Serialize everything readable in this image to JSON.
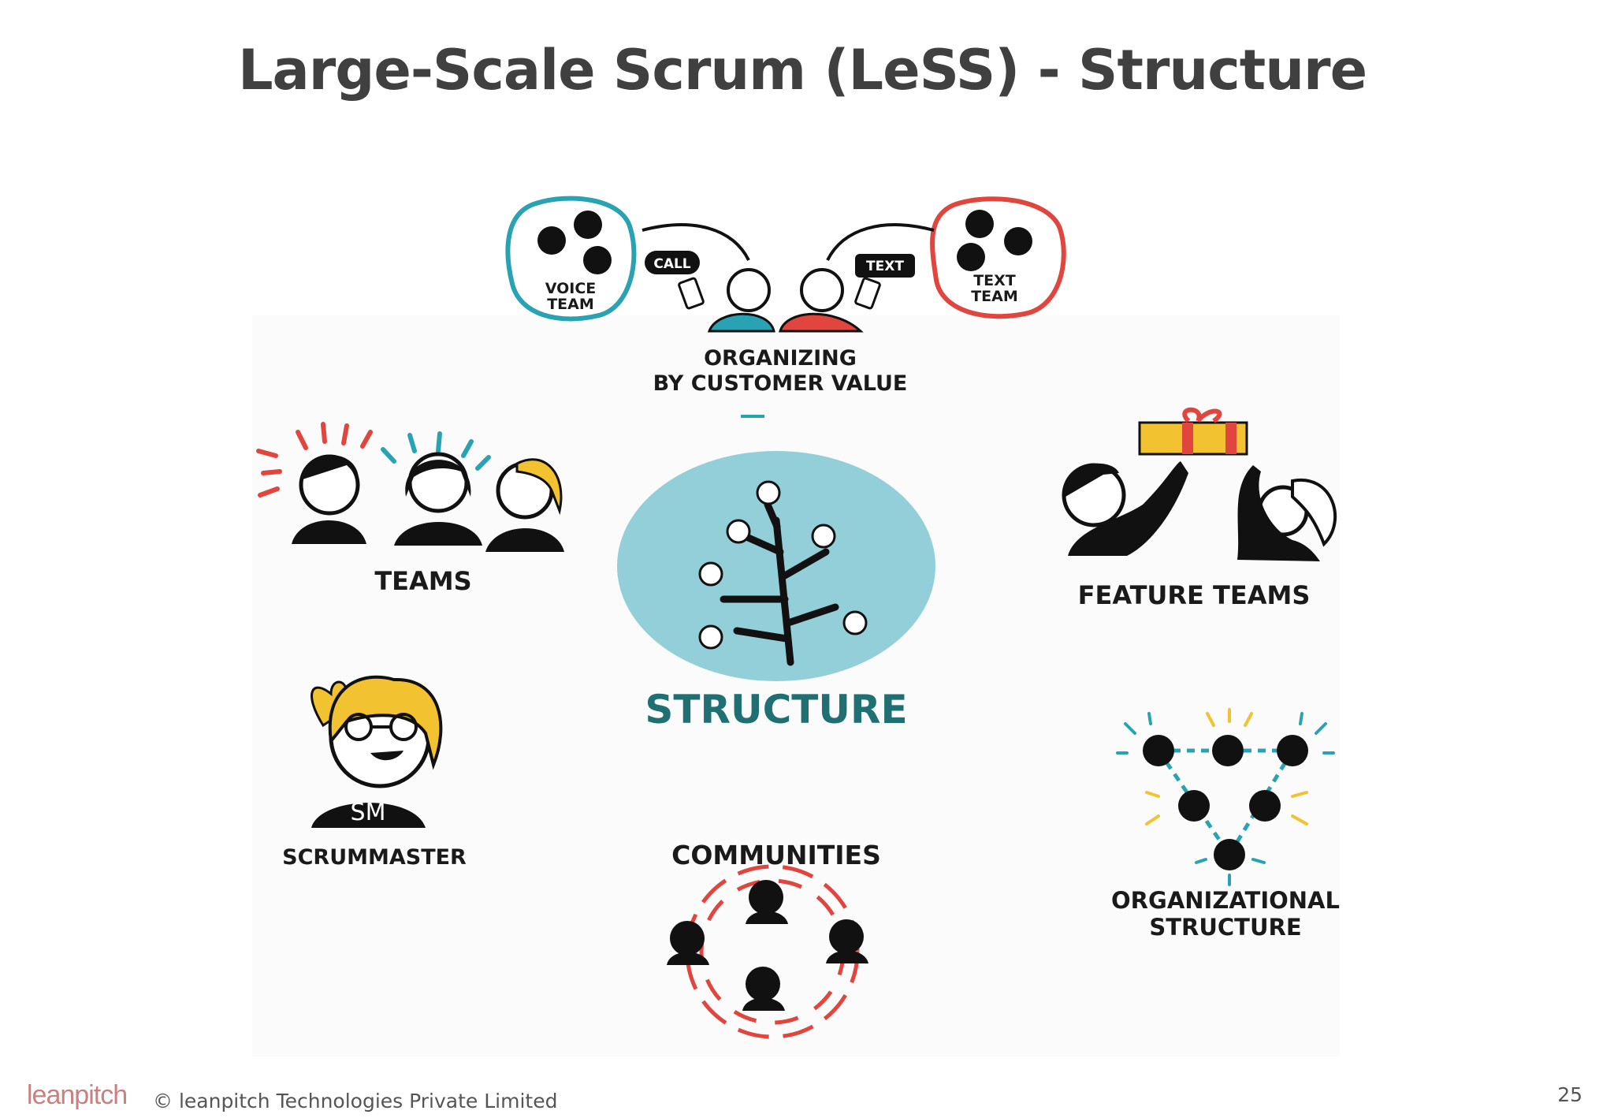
{
  "slide": {
    "title": "Large-Scale Scrum (LeSS) - Structure",
    "page_number": "25"
  },
  "illustration": {
    "voice_team_label_1": "VOICE",
    "voice_team_label_2": "TEAM",
    "text_team_label_1": "TEXT",
    "text_team_label_2": "TEAM",
    "call_bubble": "CALL",
    "text_bubble": "TEXT",
    "organizing_line_1": "ORGANIZING",
    "organizing_line_2": "BY CUSTOMER VALUE",
    "teams": "TEAMS",
    "structure": "STRUCTURE",
    "feature_teams": "FEATURE TEAMS",
    "scrummaster": "SCRUMMASTER",
    "sm_badge": "SM",
    "communities": "COMMUNITIES",
    "org_structure_line_1": "ORGANIZATIONAL",
    "org_structure_line_2": "STRUCTURE"
  },
  "footer": {
    "logo": "leanpitch",
    "copyright": "© leanpitch Technologies Private Limited"
  },
  "colors": {
    "title": "#404040",
    "teal": "#29a3b3",
    "red": "#e0453e",
    "yellow": "#f3c230",
    "structure_circle": "#93cfd8",
    "structure_text": "#1f6f73"
  }
}
